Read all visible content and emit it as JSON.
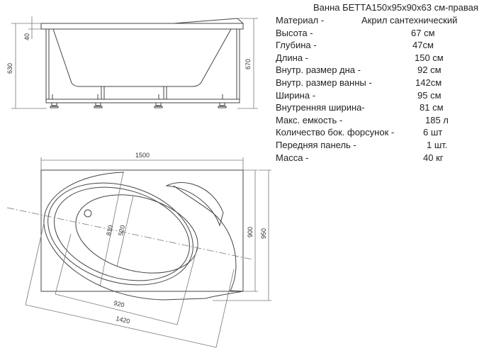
{
  "title": "Ванна БЕТТА150х95х90х63 см-правая",
  "specs": [
    {
      "label": "Материал -",
      "value": "Акрил сантехнический"
    },
    {
      "label": "Высота -",
      "value": "67 см"
    },
    {
      "label": "Глубина -",
      "value": "47см"
    },
    {
      "label": "Длина -",
      "value": "150 см"
    },
    {
      "label": "Внутр. размер дна -",
      "value": "92 см"
    },
    {
      "label": "Внутр. размер ванны -",
      "value": "142см"
    },
    {
      "label": "Ширина  -",
      "value": "95 см"
    },
    {
      "label": "Внутренняя ширина-",
      "value": "81 см"
    },
    {
      "label": "Макс. емкость -",
      "value": "185 л"
    },
    {
      "label": "Количество бок. форсунок -",
      "value": "6 шт"
    },
    {
      "label": "Передняя панель -",
      "value": "1 шт."
    },
    {
      "label": "Масса -",
      "value": "40 кг"
    }
  ],
  "dimensions": {
    "side": {
      "rim": "40",
      "height_frame": "630",
      "height_total": "670"
    },
    "top": {
      "length": "1500",
      "width_short": "900",
      "width": "950",
      "inner_width": "810",
      "bottom_width": "520",
      "bottom_length": "920",
      "inner_length": "1420"
    }
  }
}
